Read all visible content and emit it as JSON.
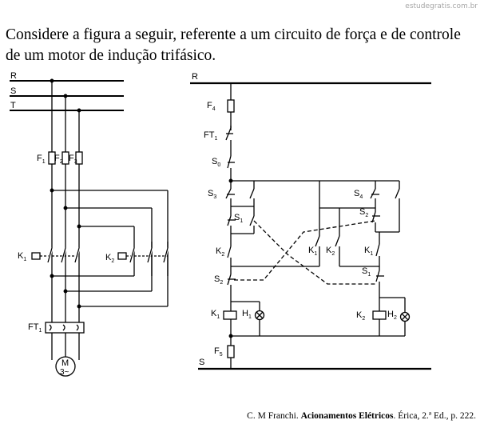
{
  "watermark": "estudegratis.com.br",
  "question": {
    "line1": "Considere a figura a seguir, referente a um circuito de força e de controle",
    "line2": "de um motor de indução trifásico."
  },
  "power_circuit": {
    "phase_r": "R",
    "phase_s": "S",
    "phase_t": "T",
    "fuse_1": "F",
    "fuse_1_sub": "1",
    "fuse_2": "F",
    "fuse_2_sub": "2",
    "fuse_3": "F",
    "fuse_3_sub": "3",
    "contactor_k1": "K",
    "contactor_k1_sub": "1",
    "contactor_k2": "K",
    "contactor_k2_sub": "2",
    "overload_relay": "FT",
    "overload_relay_sub": "1",
    "motor_m": "M",
    "motor_3": "3~"
  },
  "control_circuit": {
    "line_r": "R",
    "line_s": "S",
    "f4": "F",
    "f4_sub": "4",
    "ft1": "FT",
    "ft1_sub": "1",
    "s0": "S",
    "s0_sub": "0",
    "s3": "S",
    "s3_sub": "3",
    "s4": "S",
    "s4_sub": "4",
    "s1_nc": "S",
    "s1_nc_sub": "1",
    "s2_nc_right": "S",
    "s2_nc_right_sub": "2",
    "k2_interlock_left": "K",
    "k2_interlock_left_sub": "2",
    "k1_seal_left": "K",
    "k1_seal_left_sub": "1",
    "k2_seal_right": "K",
    "k2_seal_right_sub": "2",
    "k1_interlock_right": "K",
    "k1_interlock_right_sub": "1",
    "s2_left": "S",
    "s2_left_sub": "2",
    "s1_right": "S",
    "s1_right_sub": "1",
    "k1_coil": "K",
    "k1_coil_sub": "1",
    "h1_lamp": "H",
    "h1_lamp_sub": "1",
    "k2_coil": "K",
    "k2_coil_sub": "2",
    "h2_lamp": "H",
    "h2_lamp_sub": "2",
    "f5": "F",
    "f5_sub": "5"
  },
  "citation": {
    "author": "C. M Franchi. ",
    "title": "Acionamentos Elétricos",
    "rest": ". Érica, 2.ª Ed., p. 222."
  }
}
